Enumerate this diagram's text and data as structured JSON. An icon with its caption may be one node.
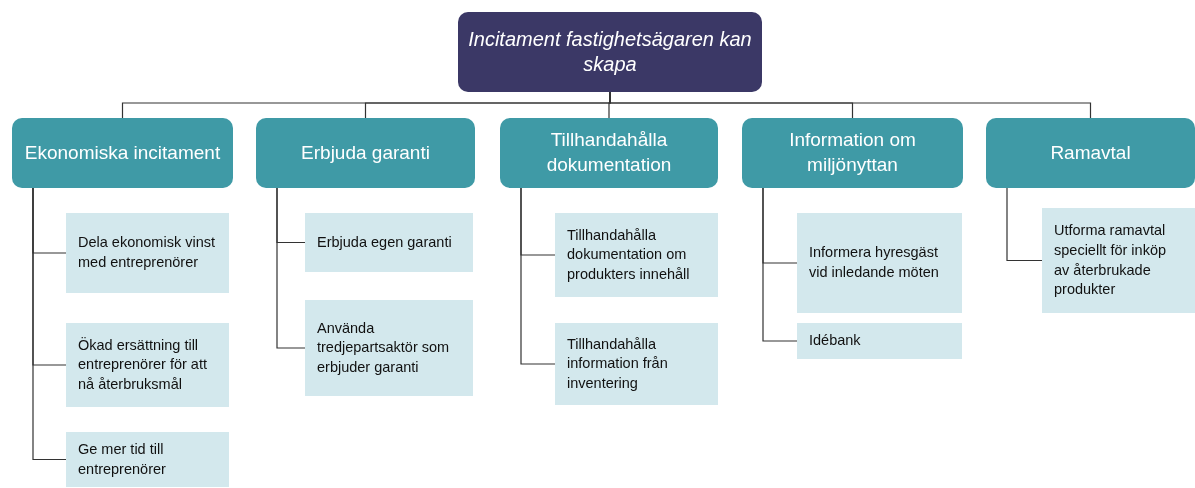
{
  "diagram": {
    "nodes": [
      {
        "text": [
          "Incitament fastighetsägaren kan skapa"
        ]
      },
      {
        "text": [
          "Ekonomiska incitament"
        ]
      },
      {
        "text": [
          "Erbjuda garanti"
        ]
      },
      {
        "text": [
          "Tillhandahålla dokumentation"
        ]
      },
      {
        "text": [
          "Information om miljönyttan"
        ]
      },
      {
        "text": [
          "Ramavtal"
        ]
      },
      {
        "text": [
          "Dela ekonomisk vinst med entreprenörer"
        ]
      },
      {
        "text": [
          "Ökad ersättning till entreprenörer för att nå återbruksmål"
        ]
      },
      {
        "text": [
          "Ge mer tid till entreprenörer"
        ]
      },
      {
        "text": [
          "Erbjuda egen garanti"
        ]
      },
      {
        "text": [
          "Använda tredjepartsaktör som erbjuder garanti"
        ]
      },
      {
        "text": [
          "Tillhandahålla dokumentation om produkters innehåll"
        ]
      },
      {
        "text": [
          "Tillhandahålla information från inventering"
        ]
      },
      {
        "text": [
          "Informera hyresgäst vid inledande möten"
        ]
      },
      {
        "text": [
          "Idébank"
        ]
      },
      {
        "text": [
          "Utforma ramavtal speciellt för inköp av återbrukade produkter"
        ]
      }
    ],
    "edges": [
      {
        "from": 0,
        "to": 1,
        "arrow": "none"
      },
      {
        "from": 0,
        "to": 2,
        "arrow": "none"
      },
      {
        "from": 0,
        "to": 3,
        "arrow": "none"
      },
      {
        "from": 0,
        "to": 4,
        "arrow": "none"
      },
      {
        "from": 0,
        "to": 5,
        "arrow": "none"
      },
      {
        "from": 1,
        "to": 6,
        "arrow": "none"
      },
      {
        "from": 1,
        "to": 7,
        "arrow": "none"
      },
      {
        "from": 1,
        "to": 8,
        "arrow": "none"
      },
      {
        "from": 2,
        "to": 9,
        "arrow": "none"
      },
      {
        "from": 2,
        "to": 10,
        "arrow": "none"
      },
      {
        "from": 3,
        "to": 11,
        "arrow": "none"
      },
      {
        "from": 3,
        "to": 12,
        "arrow": "none"
      },
      {
        "from": 4,
        "to": 13,
        "arrow": "none"
      },
      {
        "from": 4,
        "to": 14,
        "arrow": "none"
      },
      {
        "from": 5,
        "to": 15,
        "arrow": "none"
      }
    ]
  }
}
